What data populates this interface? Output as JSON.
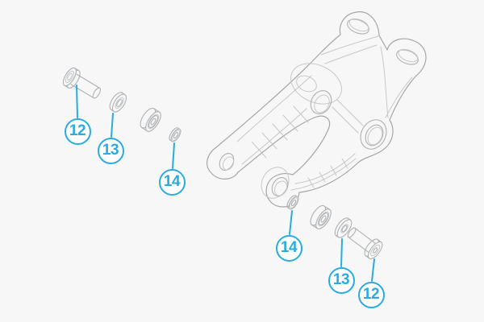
{
  "diagram": {
    "type": "exploded-parts-diagram",
    "main_part_illustration": "suspension-rocker-link-wireframe",
    "callouts": {
      "left": [
        {
          "label": "12",
          "points_to": "flanged-bolt"
        },
        {
          "label": "13",
          "points_to": "flanged-washer"
        },
        {
          "label": "14",
          "points_to": "spacer-washer"
        }
      ],
      "right": [
        {
          "label": "14",
          "points_to": "spacer-washer"
        },
        {
          "label": "13",
          "points_to": "flat-washer"
        },
        {
          "label": "12",
          "points_to": "flanged-bolt"
        }
      ]
    },
    "unlabeled_illustrations": [
      "cartridge-bearing-left",
      "cartridge-bearing-right"
    ]
  },
  "colors": {
    "background": "#f7f7f7",
    "accent": "#29abe2",
    "line": "#aeb1b3",
    "line_light": "#c5c8ca",
    "callout_fill": "#ffffff"
  }
}
